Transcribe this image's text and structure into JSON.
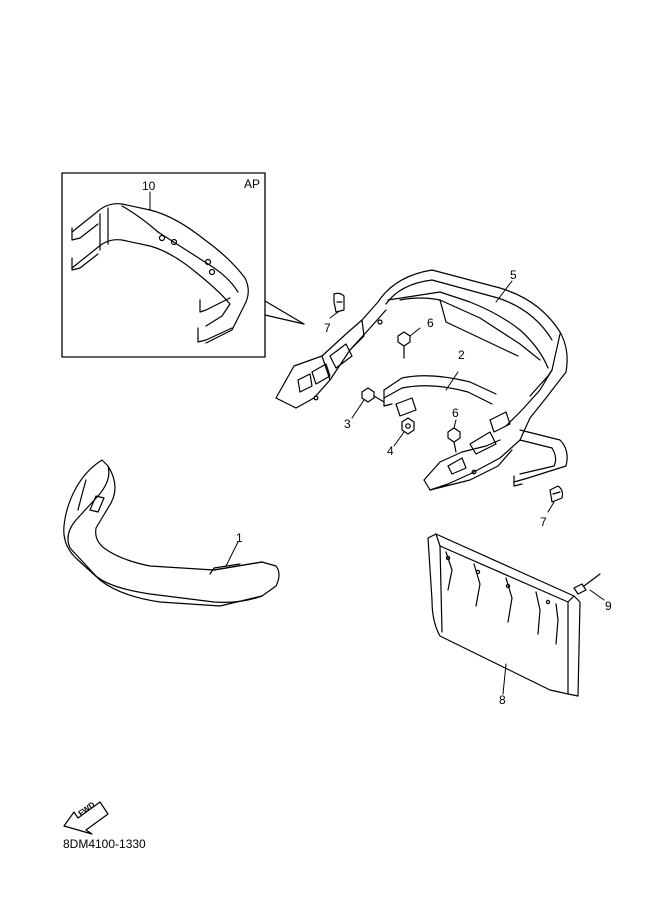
{
  "inset": {
    "tag": "AP"
  },
  "callouts": {
    "c1": "1",
    "c2": "2",
    "c3": "3",
    "c4": "4",
    "c5": "5",
    "c6a": "6",
    "c6b": "6",
    "c7a": "7",
    "c7b": "7",
    "c8": "8",
    "c9": "9",
    "c10": "10"
  },
  "fwd": {
    "label": "FWD"
  },
  "footer": {
    "part_code": "8DM4100-1330"
  }
}
